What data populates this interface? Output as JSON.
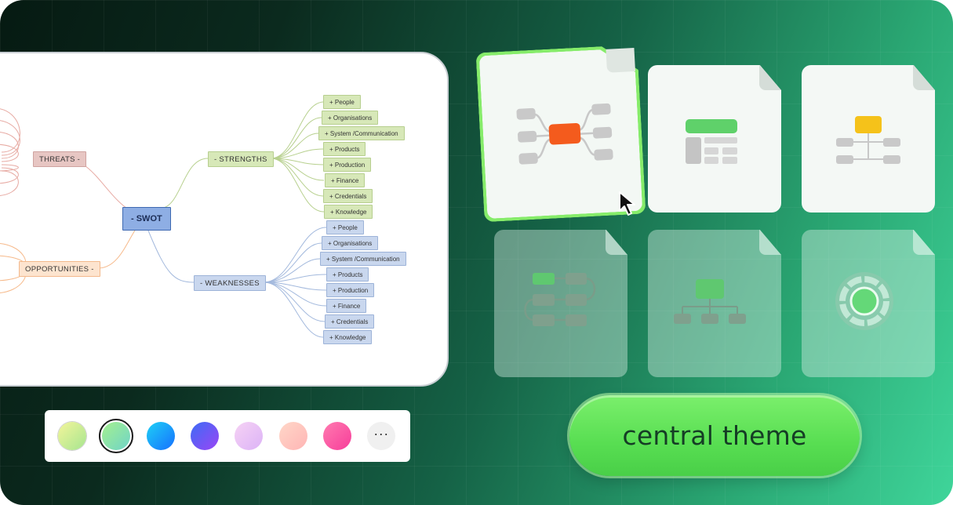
{
  "mindmap": {
    "center": "- SWOT",
    "strengths": {
      "label": "- STRENGTHS",
      "children": [
        "+ People",
        "+ Organisations",
        "+ System /Communication",
        "+ Products",
        "+ Production",
        "+ Finance",
        "+ Credentials",
        "+ Knowledge"
      ]
    },
    "weaknesses": {
      "label": "- WEAKNESSES",
      "children": [
        "+ People",
        "+ Organisations",
        "+ System /Communication",
        "+ Products",
        "+ Production",
        "+ Finance",
        "+ Credentials",
        "+ Knowledge"
      ]
    },
    "threats": {
      "label": "THREATS -"
    },
    "opportunities": {
      "label": "OPPORTUNITIES -"
    }
  },
  "palette": {
    "swatches": [
      {
        "name": "lime-yellow",
        "colors": [
          "#f3f59a",
          "#a6e590"
        ],
        "selected": false
      },
      {
        "name": "green-mint",
        "colors": [
          "#a5f08e",
          "#6fd4c8"
        ],
        "selected": true
      },
      {
        "name": "cyan-blue",
        "colors": [
          "#1ed0f5",
          "#1670ff"
        ],
        "selected": false
      },
      {
        "name": "blue-purple",
        "colors": [
          "#3d6cf5",
          "#9a45f5"
        ],
        "selected": false
      },
      {
        "name": "lavender",
        "colors": [
          "#f6d2f4",
          "#dcb3f7"
        ],
        "selected": false
      },
      {
        "name": "peach",
        "colors": [
          "#ffd7c8",
          "#ffb5b5"
        ],
        "selected": false
      },
      {
        "name": "pink-magenta",
        "colors": [
          "#ff7bb0",
          "#f73d9a"
        ],
        "selected": false
      }
    ],
    "more_label": "···"
  },
  "templates": [
    {
      "name": "mind-map",
      "selected": true
    },
    {
      "name": "table",
      "selected": false
    },
    {
      "name": "logic-chart",
      "selected": false
    },
    {
      "name": "timeline",
      "selected": false
    },
    {
      "name": "org-chart",
      "selected": false
    },
    {
      "name": "radial",
      "selected": false
    }
  ],
  "cta": {
    "label": "central theme"
  },
  "colors": {
    "accent": "#58de52",
    "selected_node": "#f45b1d"
  }
}
